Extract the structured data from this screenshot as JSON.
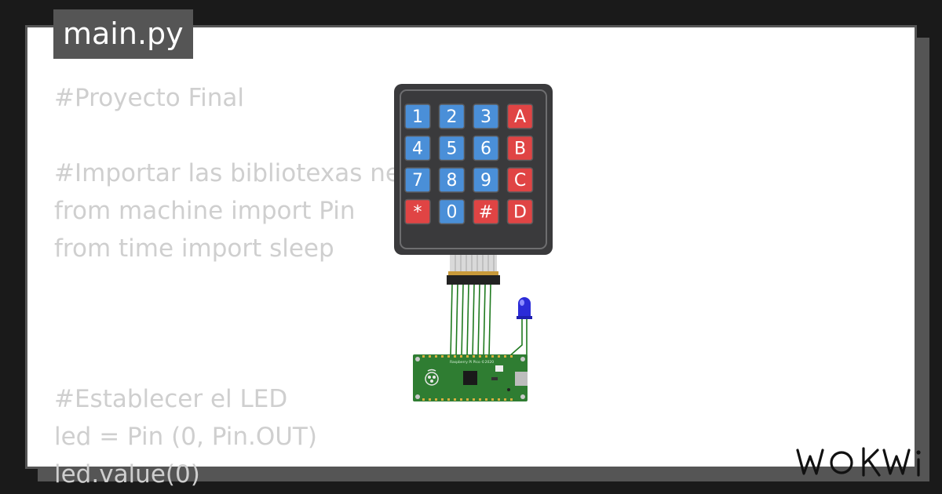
{
  "tab": {
    "title": "main.py"
  },
  "code": {
    "lines": [
      "#Proyecto Final",
      "",
      "#Importar las bibliotexas nec",
      "from machine import Pin",
      "from time import sleep",
      "",
      "",
      "",
      "#Establecer el LED",
      "led = Pin (0, Pin.OUT)",
      "led.value(0)"
    ]
  },
  "keypad": {
    "keys": [
      "1",
      "2",
      "3",
      "A",
      "4",
      "5",
      "6",
      "B",
      "7",
      "8",
      "9",
      "C",
      "*",
      "0",
      "#",
      "D"
    ],
    "blue_color": "#4a8fd8",
    "red_color": "#e04444",
    "body_color": "#3a3a3c"
  },
  "board": {
    "label": "Raspberry Pi Pico ©2020",
    "color": "#2f7d32"
  },
  "led": {
    "color": "#2b2bd8"
  },
  "logo": {
    "text": "WOKWI"
  }
}
